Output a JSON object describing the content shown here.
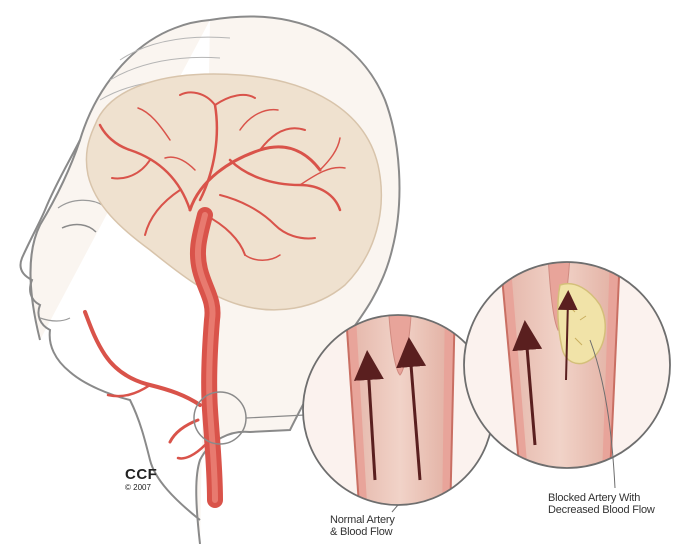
{
  "labels": {
    "normal_line1": "Normal Artery",
    "normal_line2": "& Blood Flow",
    "blocked_line1": "Blocked Artery With",
    "blocked_line2": "Decreased Blood Flow"
  },
  "credit": {
    "mark": "CCF",
    "year": "© 2007"
  },
  "colors": {
    "artery": "#d9534a",
    "artery_dark": "#b8342b",
    "brain": "#efe1cf",
    "skin_line": "#8a8a8a",
    "vessel_wall": "#e8a49a",
    "vessel_lumen": "#e9c9bd",
    "plaque": "#f1e3a8",
    "flow_arrow": "#5a1f1f"
  },
  "icons": {
    "head": "head-profile-illustration",
    "normal_zoom": "normal-artery-inset",
    "blocked_zoom": "blocked-artery-inset"
  }
}
